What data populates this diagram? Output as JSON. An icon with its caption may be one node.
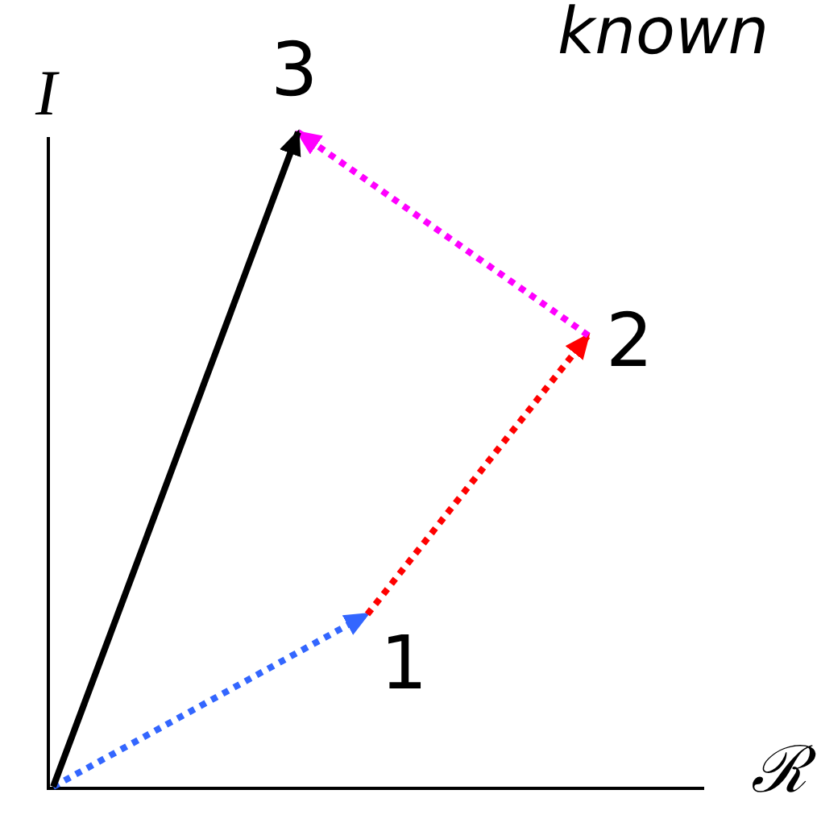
{
  "diagram": {
    "nodes": [
      {
        "text": [
          "1"
        ]
      },
      {
        "text": [
          "2"
        ]
      },
      {
        "text": [
          "3"
        ]
      }
    ],
    "edges": [
      {
        "from": null,
        "to": 0,
        "arrow": "to",
        "style": "dashed",
        "color": "#3366ff"
      },
      {
        "from": 0,
        "to": 1,
        "arrow": "to",
        "style": "dashed",
        "color": "#ff0000"
      },
      {
        "from": 1,
        "to": 2,
        "arrow": "to",
        "style": "dashed",
        "color": "#ff00ff"
      },
      {
        "from": null,
        "to": 2,
        "arrow": "to",
        "color": "#000000"
      }
    ],
    "labels": [
      "known",
      "I",
      "ℛ"
    ]
  }
}
